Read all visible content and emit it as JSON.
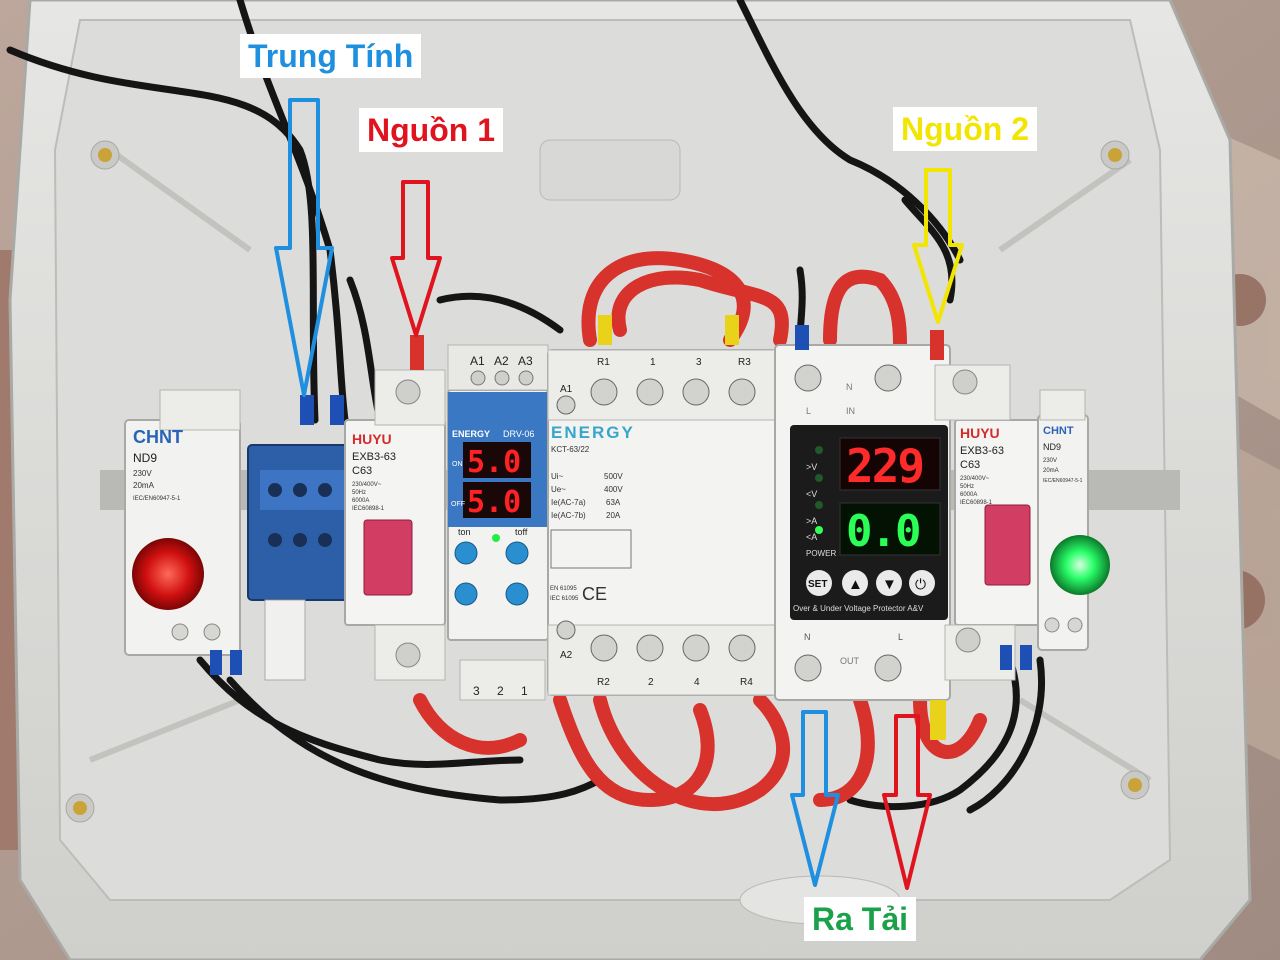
{
  "annotations": {
    "neutral": "Trung Tính",
    "source1": "Nguồn 1",
    "source2": "Nguồn 2",
    "load_out": "Ra Tải"
  },
  "colors": {
    "neutral": "#1f8fe0",
    "source1": "#e0141e",
    "source2": "#f2e500",
    "load_out": "#1aa14a",
    "led_red": "#ff1a1a",
    "led_green": "#22ff55"
  },
  "left_indicator": {
    "brand": "CHNT",
    "model": "ND9",
    "rating": "230V",
    "current": "20mA",
    "standard": "IEC/EN60947-5-1"
  },
  "right_indicator": {
    "brand": "CHNT",
    "model": "ND9",
    "rating": "230V",
    "current": "20mA",
    "standard": "IEC/EN60947-5-1"
  },
  "breaker_left": {
    "brand": "HUYU",
    "model": "EXB3-63",
    "rating": "C63",
    "voltage": "230/400V~",
    "freq": "50Hz",
    "capacity": "6000A",
    "standard": "IEC60898-1"
  },
  "breaker_right": {
    "brand": "HUYU",
    "model": "EXB3-63",
    "rating": "C63",
    "voltage": "230/400V~",
    "freq": "50Hz",
    "capacity": "6000A",
    "standard": "IEC60898-1"
  },
  "timer_relay": {
    "brand": "ENERGY",
    "model": "DRV-06",
    "on_label": "ON",
    "off_label": "OFF",
    "on_value": "5.0",
    "off_value": "5.0",
    "ton": "ton",
    "toff": "toff",
    "terminals_top": [
      "A1",
      "A2",
      "A3"
    ],
    "terminals_bottom": [
      "3",
      "2",
      "1"
    ]
  },
  "contactor": {
    "brand": "ENERGY",
    "model": "KCT-63/22",
    "ui": "Ui~",
    "ui_value": "500V",
    "ue": "Ue~",
    "ue_value": "400V",
    "ie7a": "Ie(AC-7a)",
    "ie7a_value": "63A",
    "ie7b": "Ie(AC-7b)",
    "ie7b_value": "20A",
    "terminals_top": [
      "R1",
      "1",
      "3",
      "R3"
    ],
    "terminals_bottom": [
      "R2",
      "2",
      "4",
      "R4"
    ],
    "a1": "A1",
    "a2": "A2",
    "standard1": "EN 61095",
    "standard2": "IEC 61095",
    "ce": "CE"
  },
  "protector": {
    "voltage_reading": "229",
    "current_reading": "0.0",
    "led_labels": [
      ">V",
      "<V",
      ">A",
      "<A"
    ],
    "power_label": "POWER",
    "buttons": [
      "SET",
      "▲",
      "▼",
      "⏻"
    ],
    "caption": "Over & Under Voltage Protector A&V",
    "terminals_top": [
      "N",
      "L"
    ],
    "terminals_bottom": [
      "N",
      "L"
    ],
    "input_label": "IN",
    "output_label": "OUT"
  }
}
